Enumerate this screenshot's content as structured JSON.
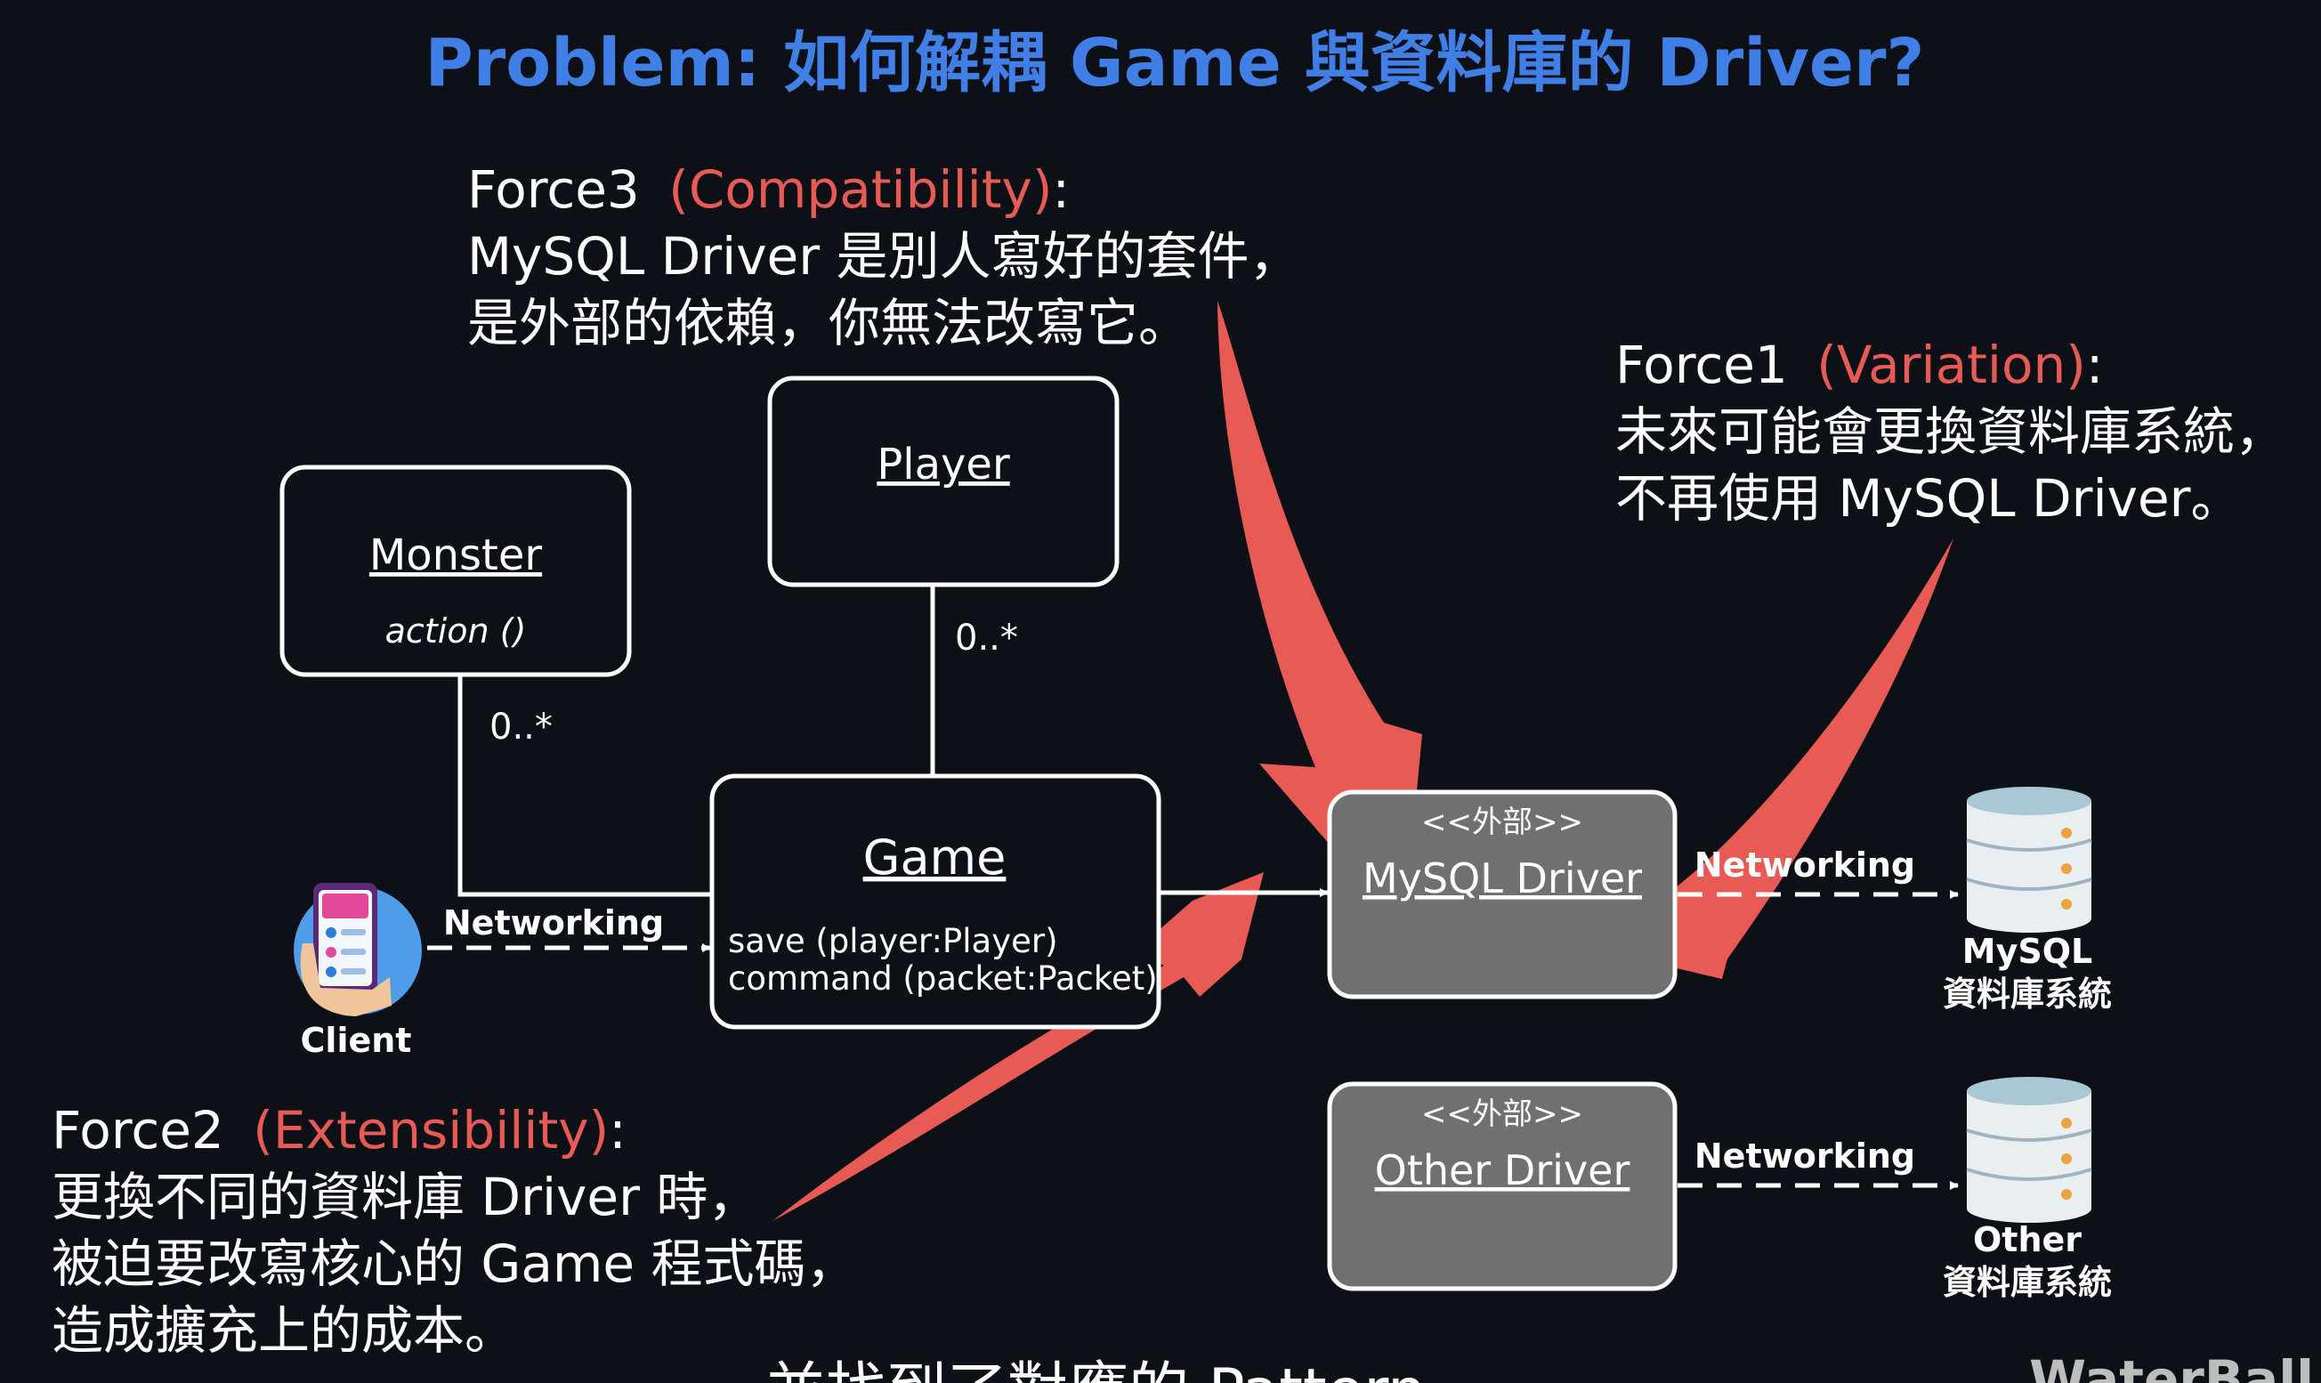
{
  "title": "Problem: 如何解耦 Game 與資料庫的 Driver?",
  "colors": {
    "background": "#0d1017",
    "title": "#3f7fe6",
    "accent_red": "#e85a54",
    "driver_fill": "#707070",
    "box_stroke": "#ffffff",
    "db_top": "#a9c7d4",
    "db_body": "#e9eef1",
    "db_dot": "#f0a040"
  },
  "force3": {
    "label": "Force3",
    "tag": "(Compatibility)",
    "colon": ":",
    "line1": "MySQL Driver 是別人寫好的套件，",
    "line2": "是外部的依賴，你無法改寫它。"
  },
  "force1": {
    "label": "Force1",
    "tag": "(Variation)",
    "colon": ":",
    "line1": "未來可能會更換資料庫系統，",
    "line2": "不再使用 MySQL Driver。"
  },
  "force2": {
    "label": "Force2",
    "tag": "(Extensibility)",
    "colon": ":",
    "line1": "更換不同的資料庫 Driver 時，",
    "line2": "被迫要改寫核心的 Game 程式碼，",
    "line3": "造成擴充上的成本。"
  },
  "classes": {
    "player": {
      "name": "Player"
    },
    "monster": {
      "name": "Monster",
      "method": "action ()"
    },
    "game": {
      "name": "Game",
      "method1": "save (player:Player)",
      "method2": "command (packet:Packet)"
    },
    "mysql_driver": {
      "stereotype": "<<外部>>",
      "name": "MySQL Driver"
    },
    "other_driver": {
      "stereotype": "<<外部>>",
      "name": "Other Driver"
    }
  },
  "multiplicity": {
    "player": "0..*",
    "monster": "0..*"
  },
  "client": {
    "label": "Client",
    "icon": "phone-in-hand-icon"
  },
  "networking": {
    "client": "Networking",
    "mysql": "Networking",
    "other": "Networking"
  },
  "databases": {
    "mysql": {
      "line1": "MySQL",
      "line2": "資料庫系統",
      "icon": "database-icon"
    },
    "other": {
      "line1": "Other",
      "line2": "資料庫系統",
      "icon": "database-icon"
    }
  },
  "subtitle": "並找到了對應的 Pattern",
  "watermark": "WaterBall"
}
